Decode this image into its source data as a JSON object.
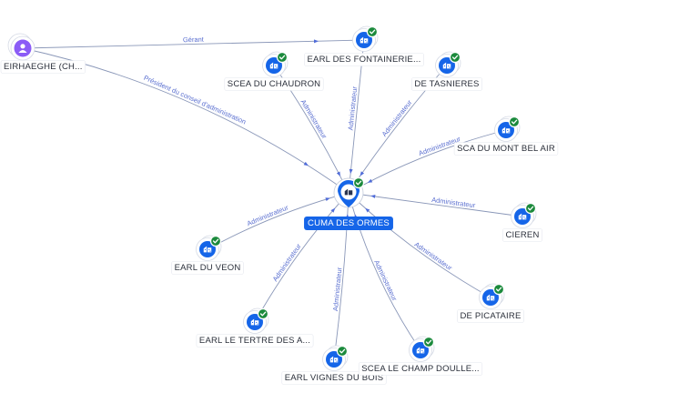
{
  "center": {
    "label": "CUMA DES ORMES",
    "icon": "company-icon",
    "badge": "check-badge"
  },
  "person": {
    "label": "EIRHAEGHE (CH...",
    "icon": "person-icon"
  },
  "companies": [
    {
      "id": "fontaineries",
      "label": "EARL DES FONTAINERIE...",
      "icon": "company-icon",
      "badge": "check-badge"
    },
    {
      "id": "chaudron",
      "label": "SCEA DU CHAUDRON",
      "icon": "company-icon",
      "badge": "check-badge"
    },
    {
      "id": "tasnieres",
      "label": "DE TASNIERES",
      "icon": "company-icon",
      "badge": "check-badge"
    },
    {
      "id": "montbelair",
      "label": "SCA DU MONT BEL AIR",
      "icon": "company-icon",
      "badge": "check-badge"
    },
    {
      "id": "cieren",
      "label": "CIEREN",
      "icon": "company-icon",
      "badge": "check-badge"
    },
    {
      "id": "veon",
      "label": "EARL DU VEON",
      "icon": "company-icon",
      "badge": "check-badge"
    },
    {
      "id": "picataire",
      "label": "DE PICATAIRE",
      "icon": "company-icon",
      "badge": "check-badge"
    },
    {
      "id": "tertre",
      "label": "EARL LE TERTRE DES A...",
      "icon": "company-icon",
      "badge": "check-badge"
    },
    {
      "id": "vignes",
      "label": "EARL VIGNES DU BOIS",
      "icon": "company-icon",
      "badge": "check-badge"
    },
    {
      "id": "champ",
      "label": "SCEA LE CHAMP DOULLE...",
      "icon": "company-icon",
      "badge": "check-badge"
    }
  ],
  "edges": [
    {
      "from": "person",
      "to": "fontaineries",
      "label": "Gérant"
    },
    {
      "from": "person",
      "to": "center",
      "label": "Président du conseil d'administration"
    },
    {
      "from": "fontaineries",
      "to": "center",
      "label": "Administrateur"
    },
    {
      "from": "chaudron",
      "to": "center",
      "label": "Administrateur"
    },
    {
      "from": "tasnieres",
      "to": "center",
      "label": "Administrateur"
    },
    {
      "from": "montbelair",
      "to": "center",
      "label": "Administrateur"
    },
    {
      "from": "cieren",
      "to": "center",
      "label": "Administrateur"
    },
    {
      "from": "veon",
      "to": "center",
      "label": "Administrateur"
    },
    {
      "from": "picataire",
      "to": "center",
      "label": "Administrateur"
    },
    {
      "from": "tertre",
      "to": "center",
      "label": "Administrateur"
    },
    {
      "from": "vignes",
      "to": "center",
      "label": "Administrateur"
    },
    {
      "from": "champ",
      "to": "center",
      "label": "Administrateur"
    }
  ],
  "colors": {
    "company_fill": "#1565e8",
    "person_fill": "#8b5cf6",
    "badge_fill": "#1b8a3c",
    "edge": "#8a97b8",
    "edge_label": "#5a6fd0",
    "center_label_bg": "#1565e8"
  }
}
